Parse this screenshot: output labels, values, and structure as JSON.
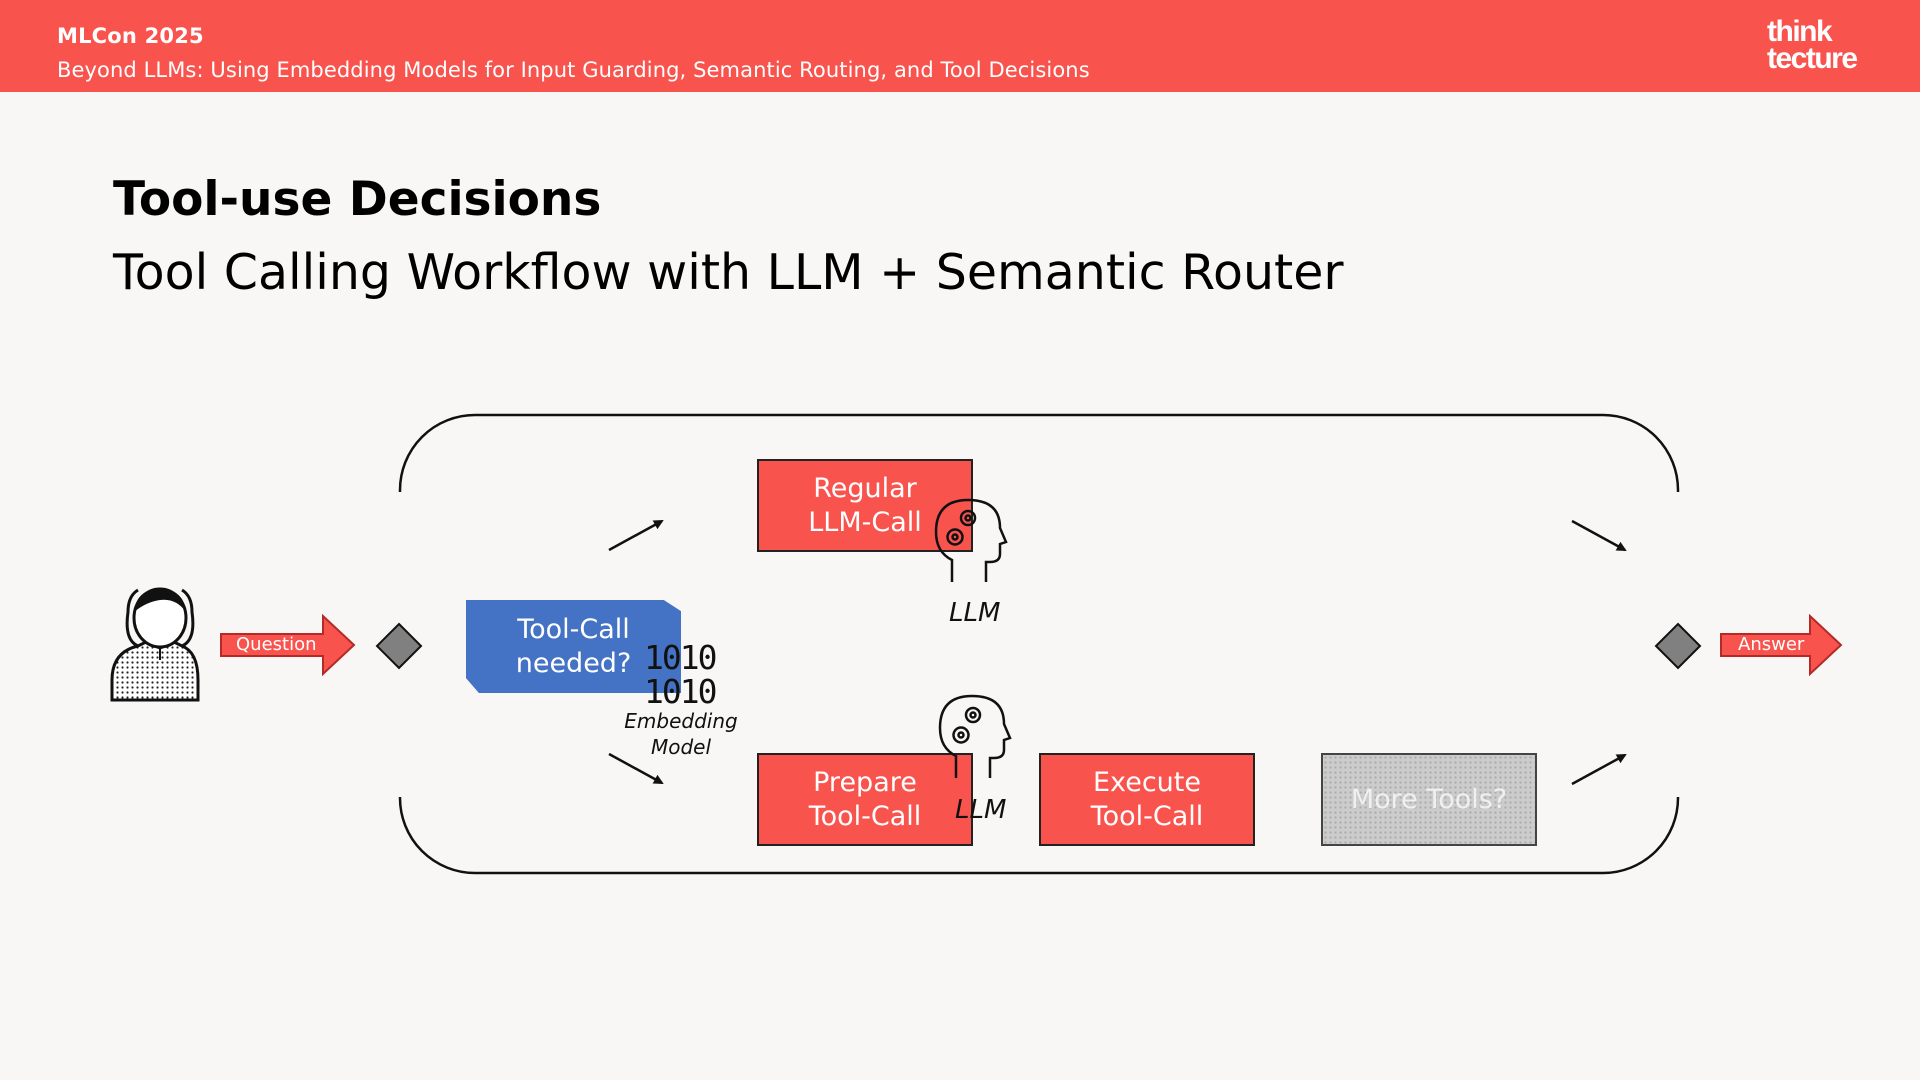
{
  "header": {
    "conference": "MLCon 2025",
    "talk_title": "Beyond LLMs: Using Embedding Models for Input Guarding, Semantic Routing, and Tool Decisions",
    "logo_line1": "think",
    "logo_line2": "tecture"
  },
  "slide": {
    "title": "Tool-use Decisions",
    "subtitle": "Tool Calling Workflow with LLM + Semantic Router"
  },
  "diagram": {
    "question_label": "Question",
    "answer_label": "Answer",
    "decision_box": "Tool-Call\nneeded?",
    "binary_text": "1010\n1010",
    "embedding_label": "Embedding\nModel",
    "regular_call": "Regular\nLLM-Call",
    "prepare_call": "Prepare\nTool-Call",
    "execute_call": "Execute\nTool-Call",
    "more_tools": "More Tools?",
    "llm_label_top": "LLM",
    "llm_label_bottom": "LLM"
  },
  "colors": {
    "accent_red": "#f9534e",
    "decision_blue": "#4472c4",
    "gateway_gray": "#808080"
  }
}
